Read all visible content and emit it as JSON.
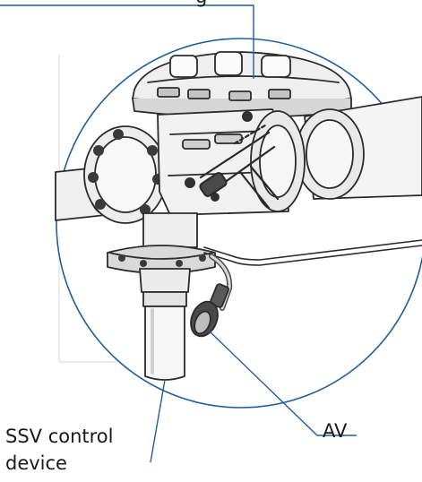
{
  "labels": {
    "top_partial": "g",
    "ssv_line1": "SSV control",
    "ssv_line2": "device",
    "av": "AV"
  },
  "colors": {
    "leader_line": "#1f5fa0",
    "drawing_stroke": "#2b2b2b",
    "metal_fill": "#f2f2f2",
    "shadow_fill": "#b9b9b9"
  },
  "icons": [
    "bolt-icon",
    "valve-handle-icon",
    "flange-icon"
  ]
}
